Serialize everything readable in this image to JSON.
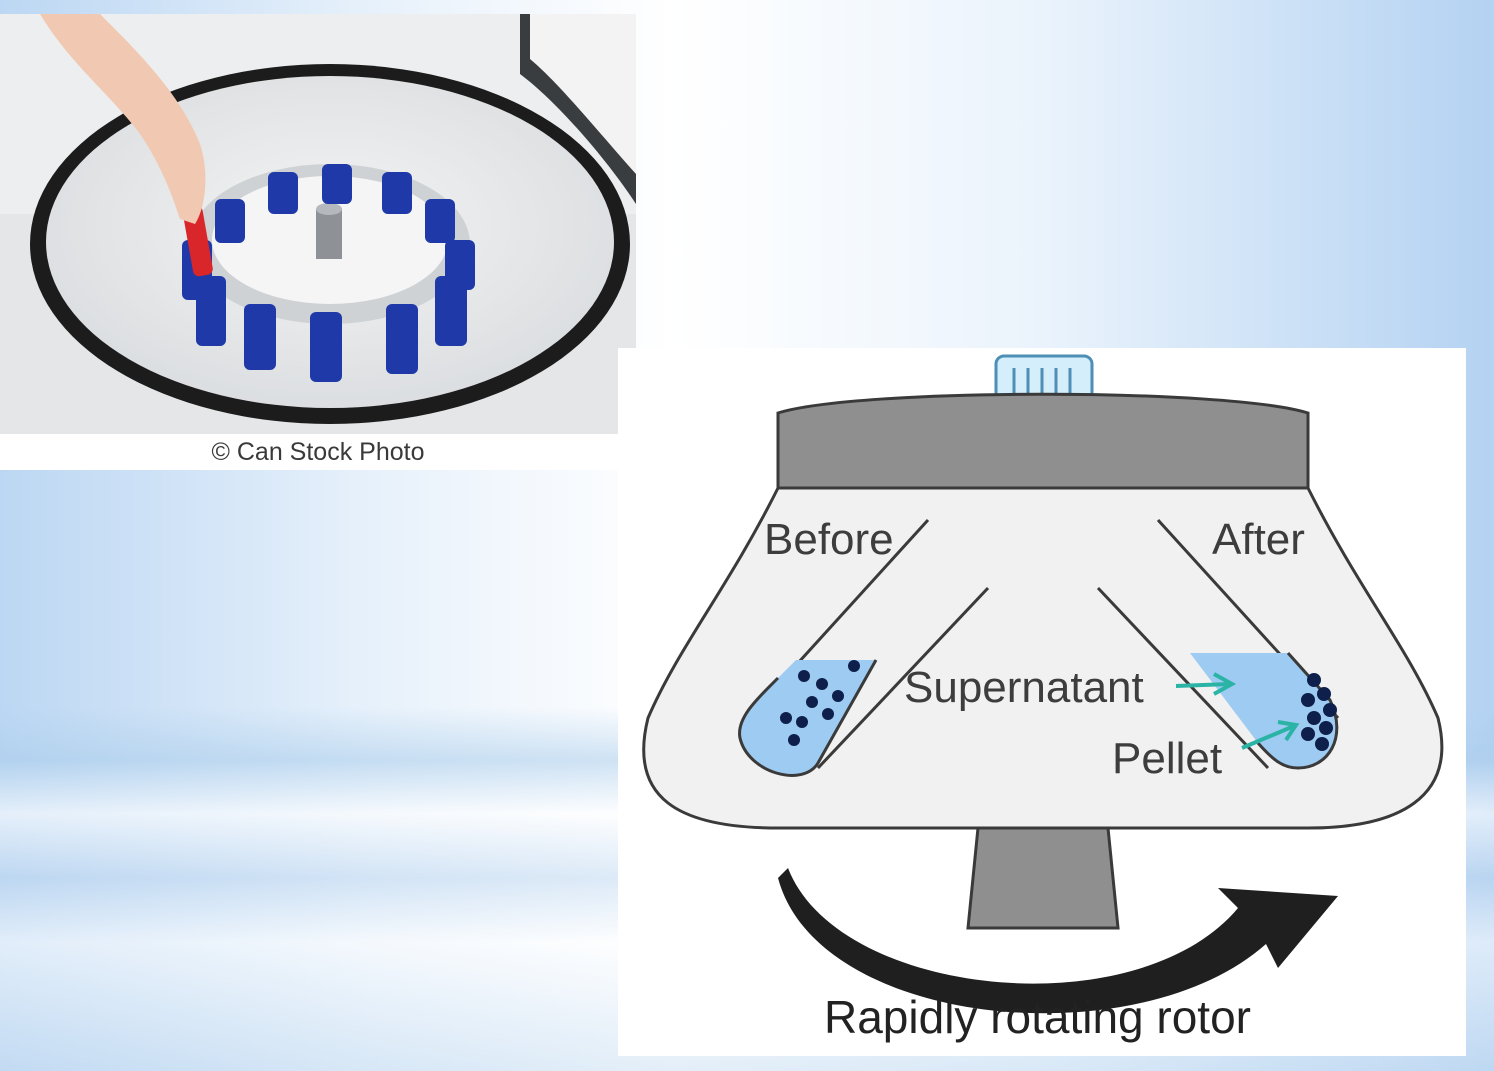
{
  "photo": {
    "credit": "© Can Stock Photo"
  },
  "diagram": {
    "labels": {
      "before": "Before",
      "after": "After",
      "supernatant": "Supernatant",
      "pellet": "Pellet",
      "caption": "Rapidly rotating rotor"
    }
  },
  "colors": {
    "liquid": "#9ecbf1",
    "particles": "#0d1f4a",
    "arrows": "#2bb3a6",
    "tube_caps": "#1f3aa8"
  }
}
